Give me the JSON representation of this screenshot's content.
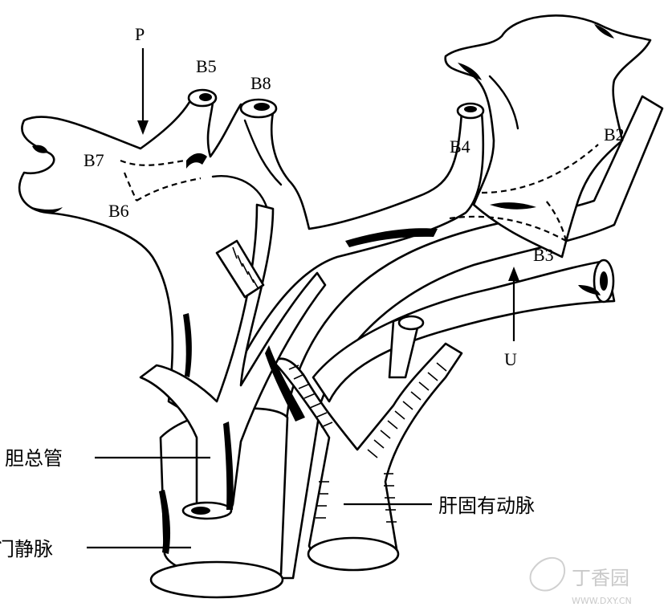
{
  "labels": {
    "p": "P",
    "u": "U",
    "b2": "B2",
    "b3": "B3",
    "b4": "B4",
    "b5": "B5",
    "b6": "B6",
    "b7": "B7",
    "b8": "B8"
  },
  "structures": {
    "bile_duct": "胆总管",
    "portal_vein": "门静脉",
    "hepatic_artery": "肝固有动脉"
  },
  "watermark": {
    "brand": "丁香园",
    "site": "WWW.DXY.CN"
  }
}
